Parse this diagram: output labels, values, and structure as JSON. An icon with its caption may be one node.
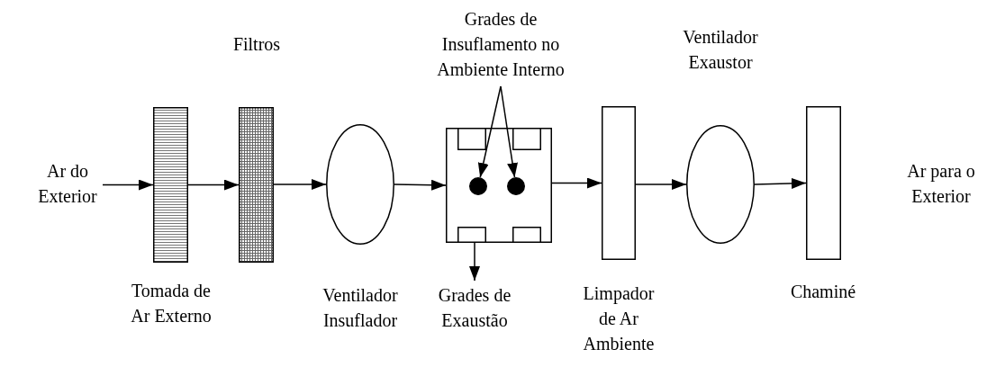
{
  "diagram": {
    "nodes": [
      {
        "text": [
          "Ar do Exterior"
        ]
      },
      {
        "text": [
          "Tomada de Ar Externo"
        ]
      },
      {
        "text": [
          "Filtros"
        ]
      },
      {
        "text": [
          "Ventilador Insuflador"
        ]
      },
      {
        "text": [
          "Grades de Insuflamento no Ambiente Interno"
        ]
      },
      {
        "text": [],
        "shape": "box"
      },
      {
        "text": [],
        "shape": "box",
        "in": 5
      },
      {
        "text": [],
        "shape": "box",
        "in": 5
      },
      {
        "text": [],
        "shape": "circle",
        "in": 5
      },
      {
        "text": [],
        "shape": "circle",
        "in": 5
      },
      {
        "text": [],
        "shape": "box",
        "in": 5
      },
      {
        "text": [],
        "shape": "box",
        "in": 5
      },
      {
        "text": [
          "Grades de Exaustão"
        ]
      },
      {
        "text": [
          "Limpador de Ar Ambiente"
        ]
      },
      {
        "text": [
          "Ventilador Exaustor"
        ]
      },
      {
        "text": [
          "Chaminé"
        ]
      },
      {
        "text": [
          "Ar para o Exterior"
        ]
      }
    ],
    "edges": [
      {
        "from": 0,
        "to": 1,
        "arrow": "to"
      },
      {
        "from": 1,
        "to": 2,
        "arrow": "to"
      },
      {
        "from": 2,
        "to": 3,
        "arrow": "to"
      },
      {
        "from": 3,
        "to": 5,
        "arrow": "to"
      },
      {
        "from": 4,
        "to": 8,
        "arrow": "to"
      },
      {
        "from": 4,
        "to": 9,
        "arrow": "to"
      },
      {
        "from": 5,
        "to": 12,
        "arrow": "to"
      },
      {
        "from": 5,
        "to": 13,
        "arrow": "to"
      },
      {
        "from": 13,
        "to": 14,
        "arrow": "to"
      },
      {
        "from": 14,
        "to": 15,
        "arrow": "to"
      }
    ]
  }
}
